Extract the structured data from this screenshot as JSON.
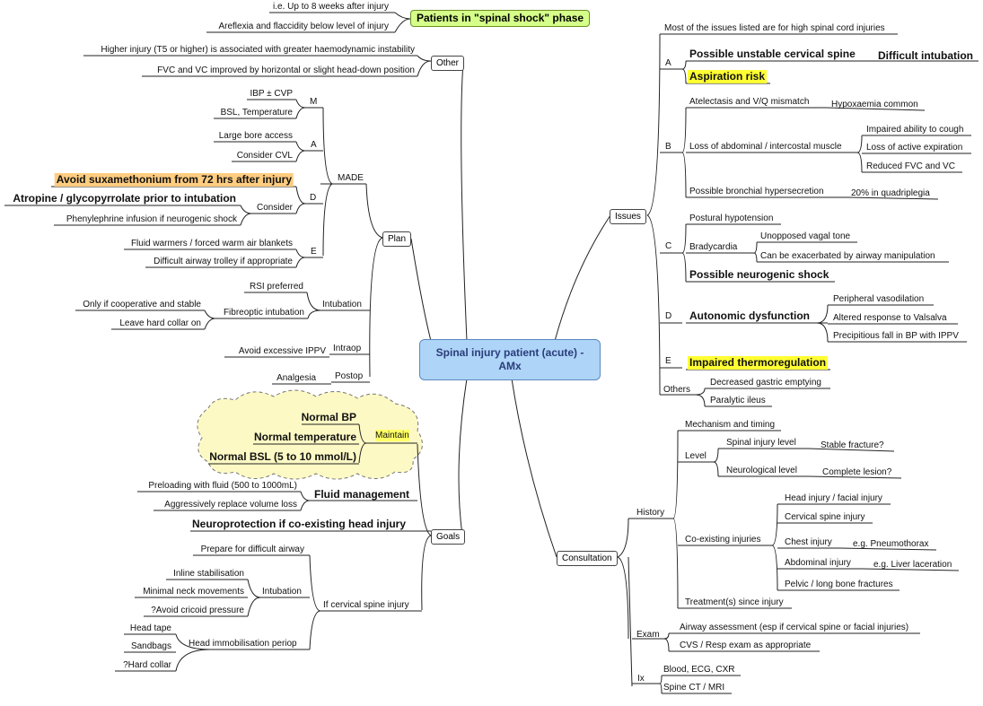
{
  "center": {
    "line1": "Spinal injury patient (acute) -",
    "line2": "AMx"
  },
  "shock": {
    "title": "Patients in \"spinal shock\" phase",
    "items": [
      "i.e. Up to 8 weeks after injury",
      "Areflexia and flaccidity below level of injury"
    ]
  },
  "other": {
    "label": "Other",
    "items": [
      "Higher injury (T5 or higher) is associated with greater haemodynamic instability",
      "FVC and VC improved by horizontal or slight head-down position"
    ]
  },
  "plan": {
    "label": "Plan",
    "made": {
      "label": "MADE",
      "m": {
        "label": "M",
        "items": [
          "IBP ± CVP",
          "BSL, Temperature"
        ]
      },
      "a": {
        "label": "A",
        "items": [
          "Large bore access",
          "Consider CVL"
        ]
      },
      "d": {
        "label": "D",
        "top": "Avoid suxamethonium from 72 hrs after injury",
        "consider": "Consider",
        "items": [
          "Atropine / glycopyrrolate prior to intubation",
          "Phenylephrine infusion if neurogenic shock"
        ]
      },
      "e": {
        "label": "E",
        "items": [
          "Fluid warmers / forced warm air blankets",
          "Difficult airway trolley if appropriate"
        ]
      }
    },
    "intubation": {
      "label": "Intubation",
      "rsi": "RSI preferred",
      "fibre": "Fibreoptic intubation",
      "fibre_items": [
        "Only if cooperative and stable",
        "Leave hard collar on"
      ]
    },
    "intraop": {
      "label": "Intraop",
      "item": "Avoid excessive IPPV"
    },
    "postop": {
      "label": "Postop",
      "item": "Analgesia"
    }
  },
  "goals": {
    "label": "Goals",
    "maintain": {
      "label": "Maintain",
      "items": [
        "Normal BP",
        "Normal temperature",
        "Normal BSL (5 to 10 mmol/L)"
      ]
    },
    "fluid": {
      "label": "Fluid management",
      "items": [
        "Preloading with fluid (500 to 1000mL)",
        "Aggressively replace volume loss"
      ]
    },
    "neuro": "Neuroprotection if co-existing head injury",
    "cspine": {
      "label": "If cervical spine injury",
      "prepare": "Prepare for difficult airway",
      "intubation": {
        "label": "Intubation",
        "items": [
          "Inline stabilisation",
          "Minimal neck movements",
          "?Avoid cricoid pressure"
        ]
      },
      "immob": {
        "label": "Head immobilisation periop",
        "items": [
          "Head tape",
          "Sandbags",
          "?Hard collar"
        ]
      }
    }
  },
  "issues": {
    "label": "Issues",
    "intro": "Most of the issues listed are for high spinal cord injuries",
    "a": {
      "label": "A",
      "unstable": "Possible unstable cervical spine",
      "difficult": "Difficult intubation",
      "aspiration": "Aspiration risk"
    },
    "b": {
      "label": "B",
      "atelectasis": "Atelectasis and V/Q mismatch",
      "hypox": "Hypoxaemia common",
      "loss": "Loss of abdominal / intercostal muscle",
      "loss_items": [
        "Impaired ability to cough",
        "Loss of active expiration",
        "Reduced FVC and VC"
      ],
      "bronch": "Possible bronchial hypersecretion",
      "quad": "20% in quadriplegia"
    },
    "c": {
      "label": "C",
      "postural": "Postural hypotension",
      "brady": "Bradycardia",
      "brady_items": [
        "Unopposed vagal tone",
        "Can be exacerbated by airway manipulation"
      ],
      "neurogenic": "Possible neurogenic shock"
    },
    "d": {
      "label": "D",
      "auto": "Autonomic dysfunction",
      "items": [
        "Peripheral vasodilation",
        "Altered response to Valsalva",
        "Precipitious fall in BP with IPPV"
      ]
    },
    "e": {
      "label": "E",
      "thermo": "Impaired thermoregulation"
    },
    "others": {
      "label": "Others",
      "items": [
        "Decreased gastric emptying",
        "Paralytic ileus"
      ]
    }
  },
  "consultation": {
    "label": "Consultation",
    "history": {
      "label": "History",
      "mechanism": "Mechanism and timing",
      "level": {
        "label": "Level",
        "spinal": "Spinal injury level",
        "stable": "Stable fracture?",
        "neuro": "Neurological level",
        "complete": "Complete lesion?"
      },
      "coex": {
        "label": "Co-existing injuries",
        "head": "Head injury / facial injury",
        "cspine": "Cervical spine injury",
        "chest": "Chest injury",
        "chest_eg": "e.g. Pneumothorax",
        "abdo": "Abdominal injury",
        "abdo_eg": "e.g. Liver laceration",
        "pelvic": "Pelvic / long bone fractures"
      },
      "treatment": "Treatment(s) since injury"
    },
    "exam": {
      "label": "Exam",
      "items": [
        "Airway assessment (esp if cervical spine or facial injuries)",
        "CVS / Resp exam as appropriate"
      ]
    },
    "ix": {
      "label": "Ix",
      "items": [
        "Blood, ECG, CXR",
        "Spine CT / MRI"
      ]
    }
  }
}
